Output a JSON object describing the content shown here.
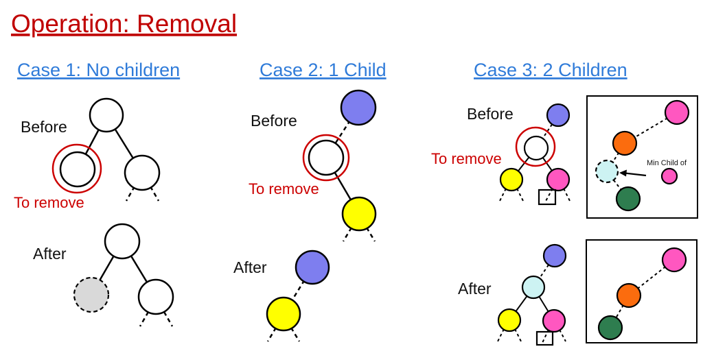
{
  "title": "Operation: Removal",
  "colors": {
    "title_red": "#C00000",
    "heading_blue": "#2F7BD9",
    "annotation_red": "#CC0000",
    "node_white": "#FFFFFF",
    "node_gray": "#D9D9D9",
    "node_blue": "#7E7EEF",
    "node_yellow": "#FFFF00",
    "node_pink": "#FF57C0",
    "node_orange": "#FB6C0E",
    "node_cyan": "#CDF3F3",
    "node_green": "#2E7D4F"
  },
  "cases": {
    "case1": {
      "heading": "Case 1: No children",
      "before_label": "Before",
      "after_label": "After",
      "to_remove_label": "To remove"
    },
    "case2": {
      "heading": "Case 2: 1 Child",
      "before_label": "Before",
      "after_label": "After",
      "to_remove_label": "To remove"
    },
    "case3": {
      "heading": "Case 3: 2 Children",
      "before_label": "Before",
      "after_label": "After",
      "to_remove_label": "To remove",
      "inset_caption": "Min Child of"
    }
  }
}
